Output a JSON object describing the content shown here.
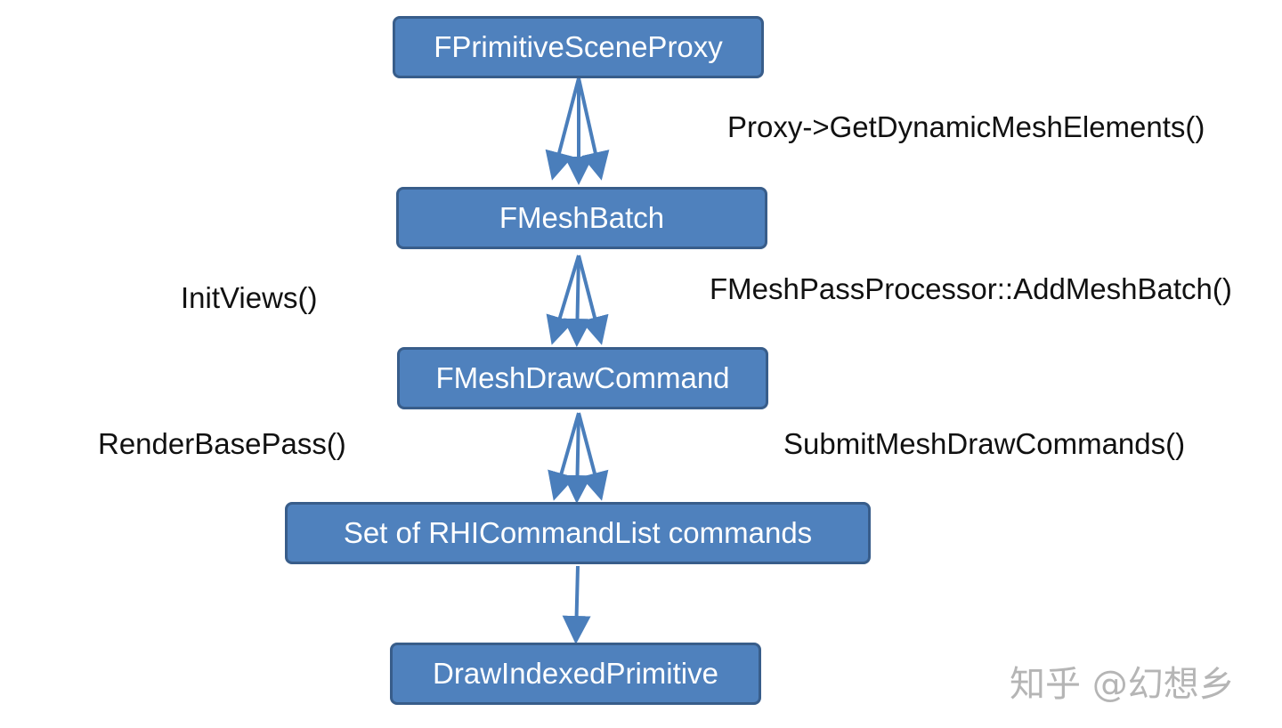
{
  "nodes": {
    "primitive_scene_proxy": "FPrimitiveSceneProxy",
    "mesh_batch": "FMeshBatch",
    "mesh_draw_command": "FMeshDrawCommand",
    "rhi_commands": "Set of RHICommandList commands",
    "draw_indexed_primitive": "DrawIndexedPrimitive"
  },
  "labels": {
    "get_dynamic_mesh_elements": "Proxy->GetDynamicMeshElements()",
    "init_views": "InitViews()",
    "add_mesh_batch": "FMeshPassProcessor::AddMeshBatch()",
    "render_base_pass": "RenderBasePass()",
    "submit_mesh_draw_commands": "SubmitMeshDrawCommands()"
  },
  "watermark": "知乎 @幻想乡",
  "colors": {
    "node_fill": "#4f81bd",
    "node_border": "#385d8a",
    "arrow": "#4a7ebb",
    "text": "#111111",
    "watermark": "#b5b5b5"
  }
}
